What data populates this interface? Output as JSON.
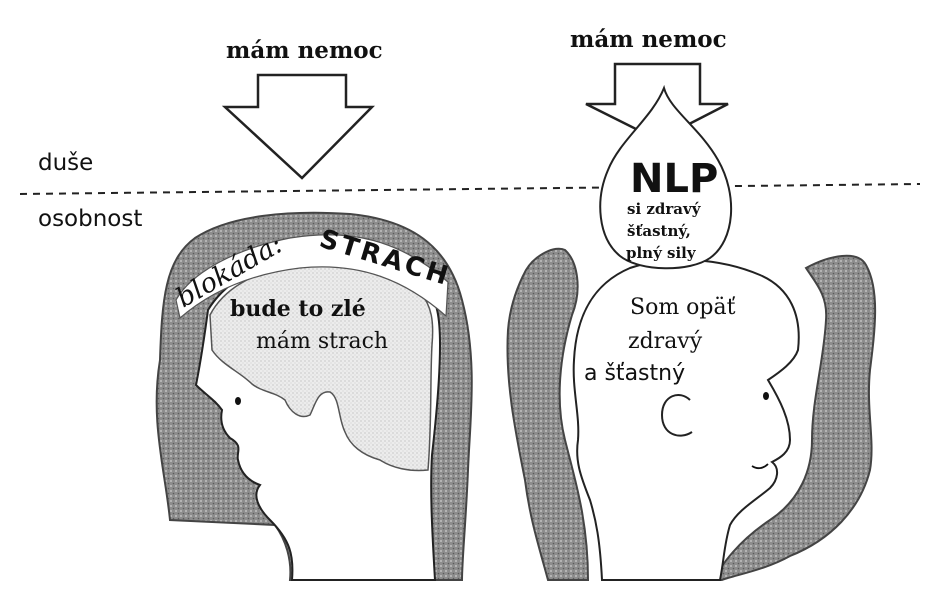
{
  "left": {
    "top_label": "mám nemoc",
    "block_label": "blokáda:",
    "fear_label": "STRACH",
    "line1": "bude to zlé",
    "line2": "mám strach"
  },
  "right": {
    "top_label": "mám nemoc",
    "drop_title": "NLP",
    "drop_line1": "si zdravý",
    "drop_line2": "šťastný,",
    "drop_line3": "plný sily",
    "line1": "Som opäť",
    "line2": "zdravý",
    "line3": "a šťastný"
  },
  "levels": {
    "upper": "duše",
    "lower": "osobnost"
  }
}
